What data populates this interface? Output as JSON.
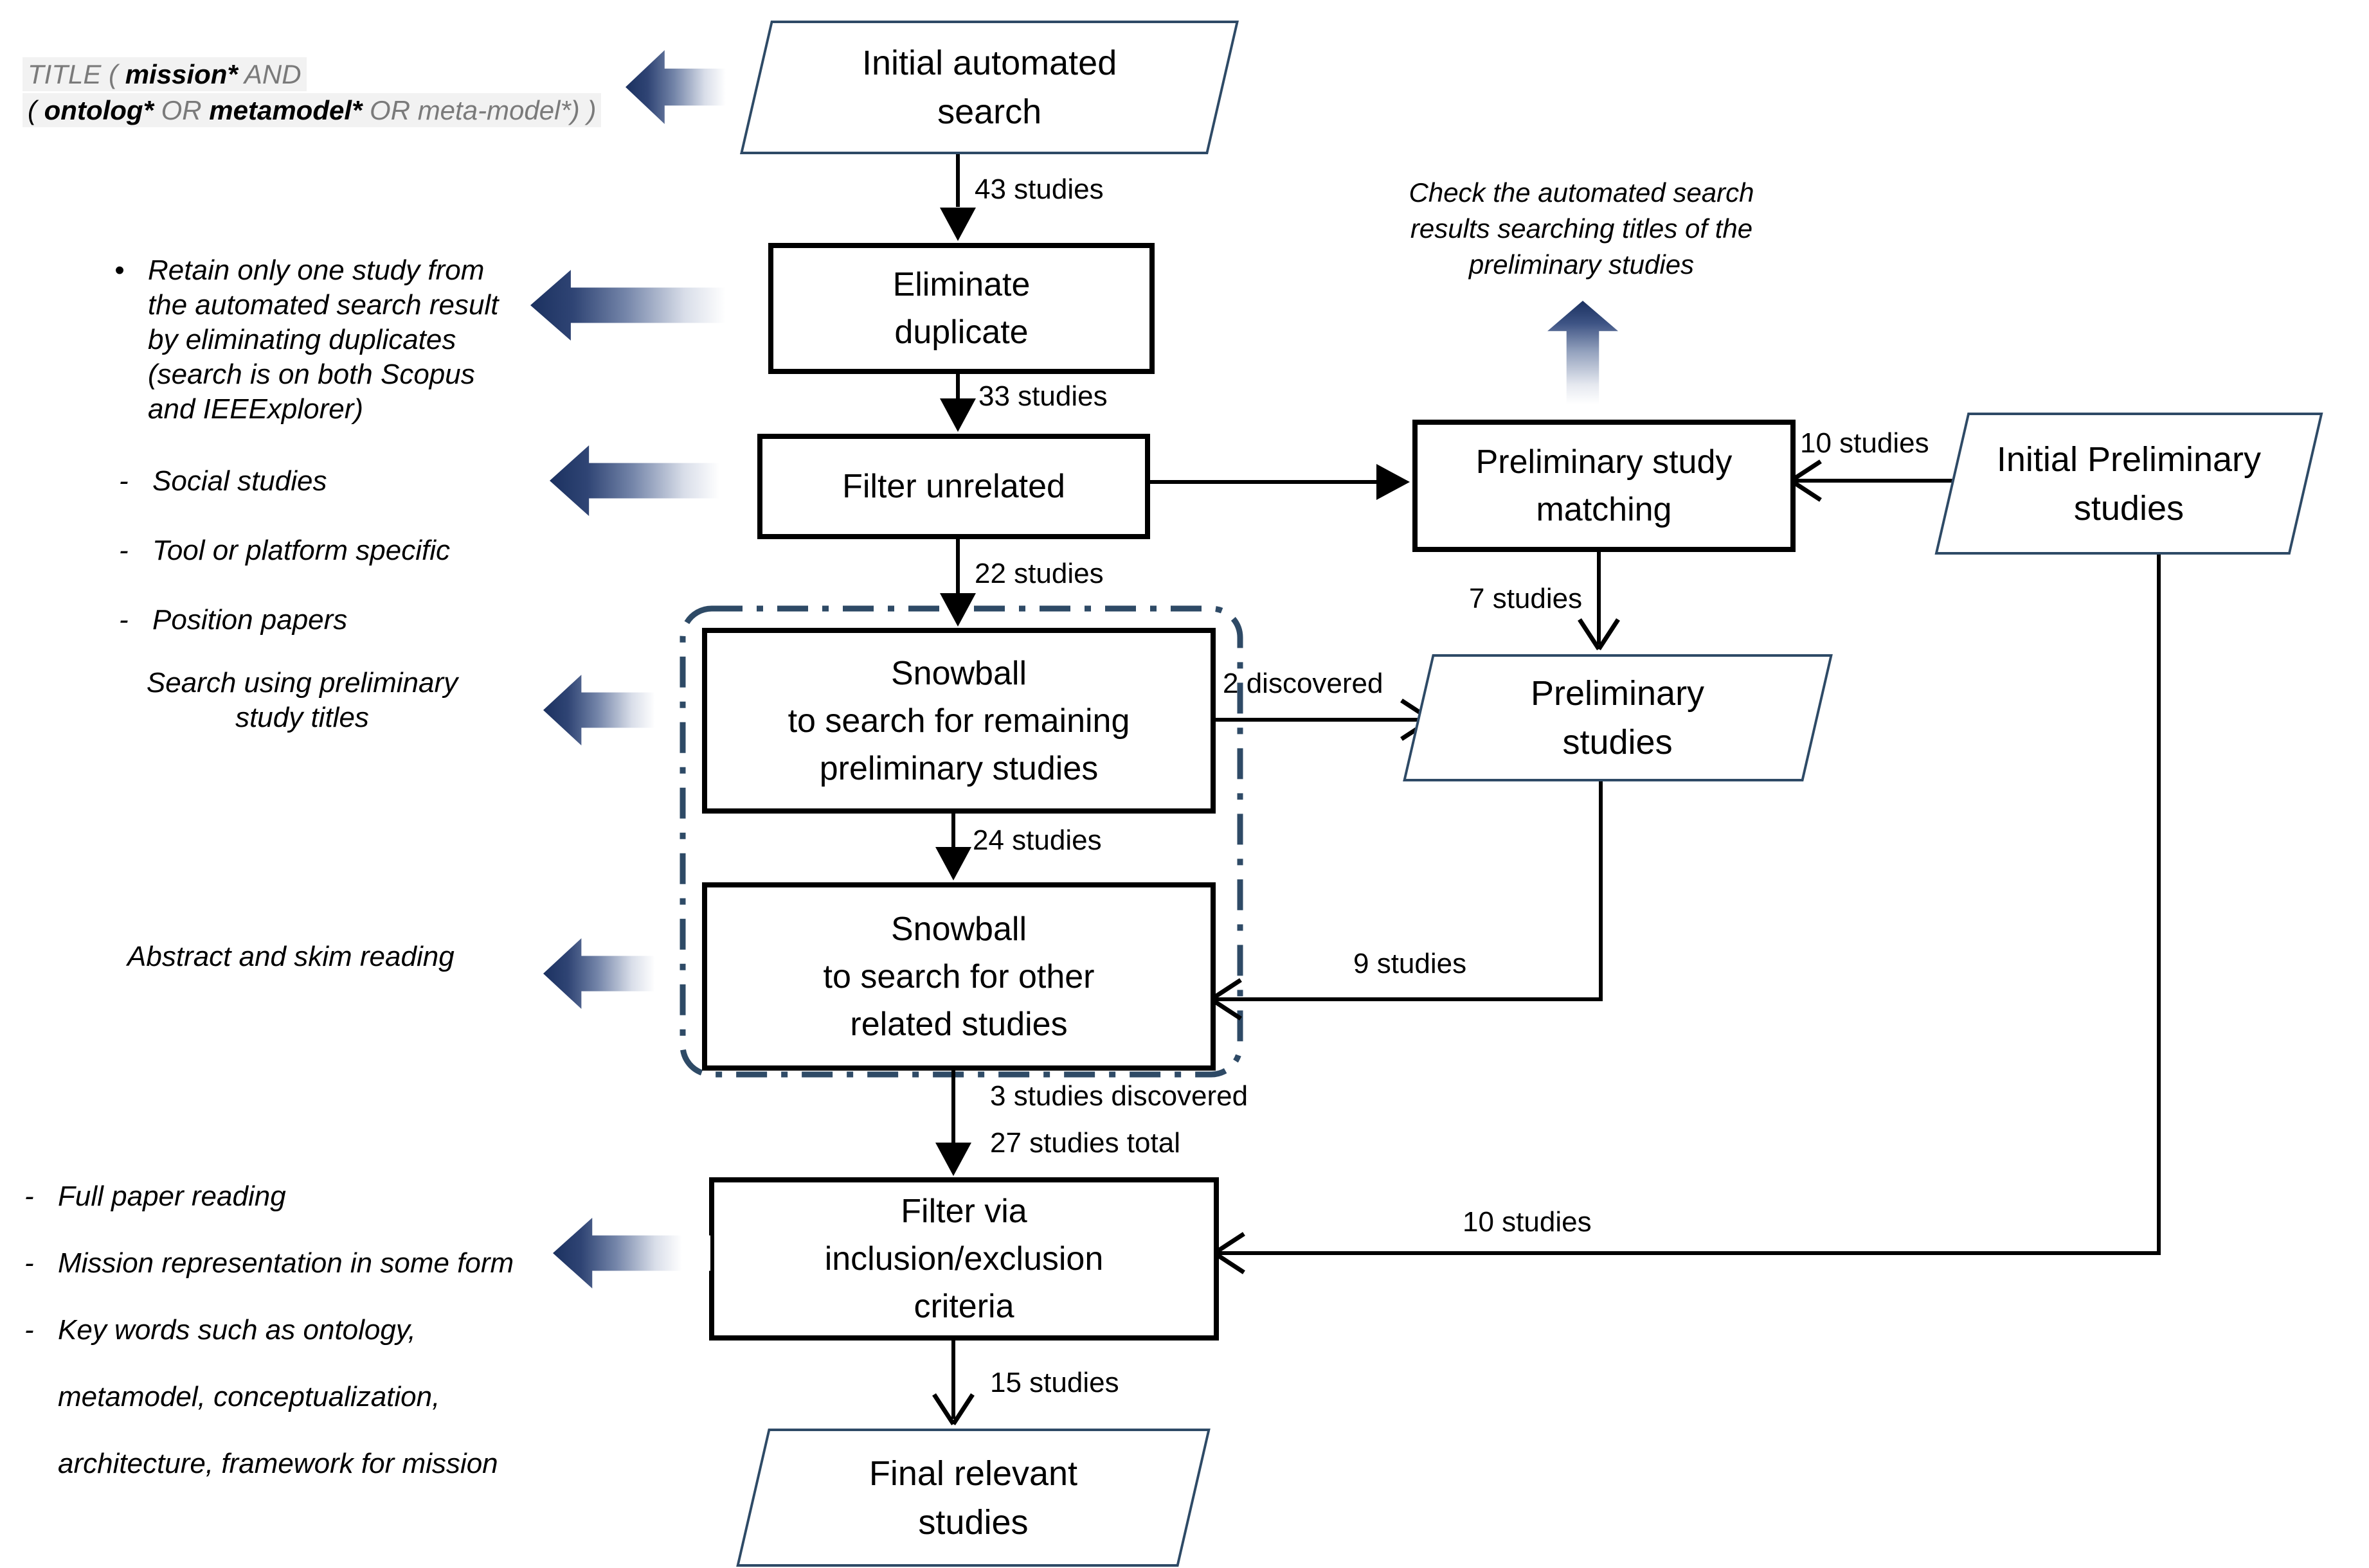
{
  "colors": {
    "shape_border": "#2e4a66",
    "box_border": "#000000",
    "arrow_navy": "#1b3160",
    "highlight_bg": "#f2f2f2",
    "gray_text": "#7a7a7a"
  },
  "nodes": {
    "initial_search": {
      "label": "Initial automated\nsearch"
    },
    "eliminate_duplicate": {
      "label": "Eliminate\nduplicate"
    },
    "filter_unrelated": {
      "label": "Filter unrelated"
    },
    "snowball_preliminary": {
      "label": "Snowball\nto search for remaining\npreliminary studies"
    },
    "snowball_related": {
      "label": "Snowball\nto search for other\nrelated studies"
    },
    "filter_criteria": {
      "label": "Filter via\ninclusion/exclusion\ncriteria"
    },
    "final_relevant": {
      "label": "Final relevant\nstudies"
    },
    "preliminary_matching": {
      "label": "Preliminary study\nmatching"
    },
    "preliminary_studies": {
      "label": "Preliminary\nstudies"
    },
    "initial_preliminary": {
      "label": "Initial Preliminary\nstudies"
    }
  },
  "edge_labels": {
    "e1": "43 studies",
    "e2": "33 studies",
    "e3": "22 studies",
    "e4": "24 studies",
    "e5a": "3 studies discovered",
    "e5b": "27 studies total",
    "e6": "15 studies",
    "e7": "10 studies",
    "e8": "7 studies",
    "e9": "2 discovered",
    "e10": "9 studies",
    "e11": "10 studies"
  },
  "annotations": {
    "query": {
      "part1": "TITLE ( ",
      "part2": "mission*",
      "part3": " AND",
      "part4": "( ",
      "part5": "ontolog*",
      "part6": " OR ",
      "part7": "metamodel*",
      "part8": "  OR meta-model*) )"
    },
    "retain_bullet": "•",
    "retain_text": "Retain only one study from\nthe automated search result\nby eliminating duplicates\n(search is on both Scopus\nand IEEExplorer)",
    "filter_list": {
      "items": [
        {
          "dash": "-",
          "text": "Social studies"
        },
        {
          "dash": "-",
          "text": "Tool or platform specific"
        },
        {
          "dash": "-",
          "text": "Position papers"
        }
      ]
    },
    "search_titles": "Search using preliminary\nstudy titles",
    "abstract": "Abstract and skim reading",
    "criteria_list": {
      "items": [
        {
          "dash": "-",
          "text": "Full paper reading"
        },
        {
          "dash": "-",
          "text": "Mission representation in some form"
        },
        {
          "dash": "-",
          "text": "Key words such as ontology,"
        },
        {
          "dash": "",
          "text": "metamodel, conceptualization,"
        },
        {
          "dash": "",
          "text": "architecture, framework for mission"
        }
      ]
    },
    "check_note": "Check the automated search\nresults searching titles of the\npreliminary studies"
  }
}
